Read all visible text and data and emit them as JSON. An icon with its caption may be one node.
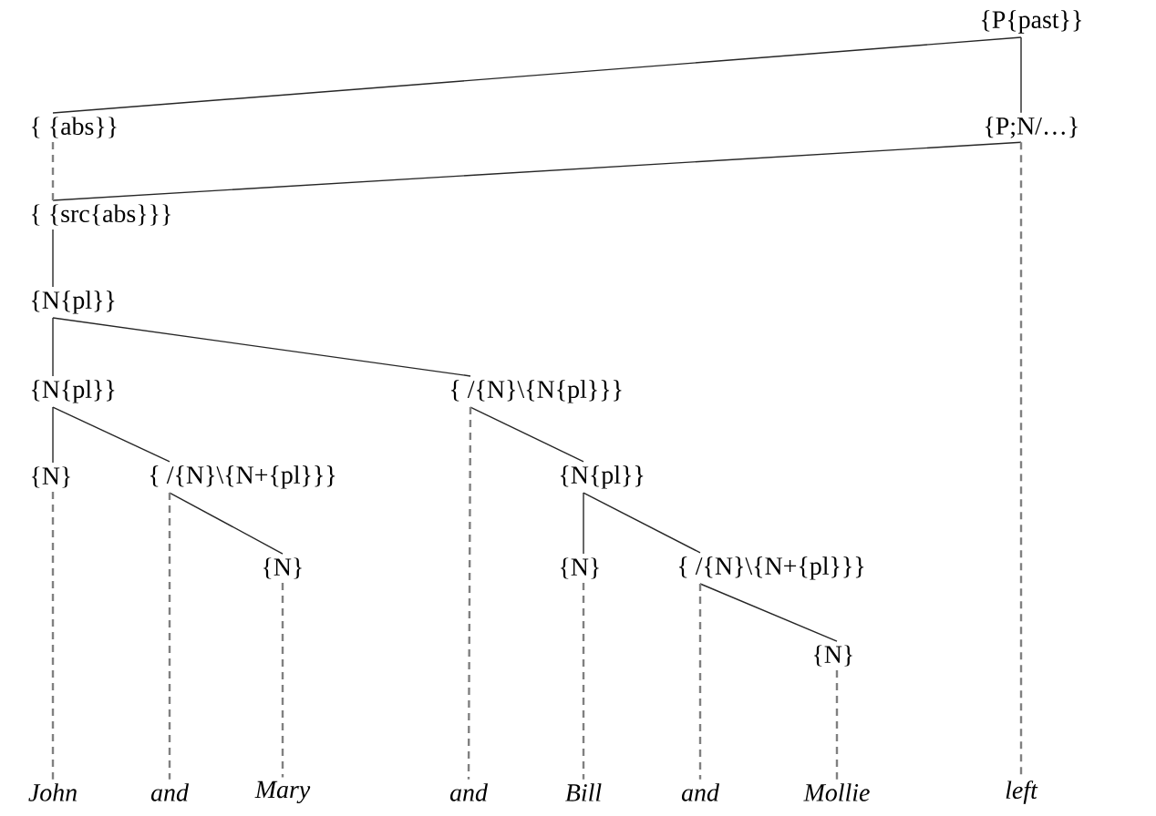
{
  "diagram": {
    "nodes": [
      {
        "text": [
          "{P{past}}"
        ]
      },
      {
        "text": [
          "{ {abs}}"
        ]
      },
      {
        "text": [
          "{P;N/…}"
        ]
      },
      {
        "text": [
          "{ {src{abs}}}"
        ]
      },
      {
        "text": [
          "{N{pl}}"
        ]
      },
      {
        "text": [
          "{N{pl}}"
        ]
      },
      {
        "text": [
          "{ /{N}\\{N{pl}}}"
        ]
      },
      {
        "text": [
          "{N}"
        ]
      },
      {
        "text": [
          "{ /{N}\\{N+{pl}}}"
        ]
      },
      {
        "text": [
          "{N{pl}}"
        ]
      },
      {
        "text": [
          "{N}"
        ]
      },
      {
        "text": [
          "{N}"
        ]
      },
      {
        "text": [
          "{ /{N}\\{N+{pl}}}"
        ]
      },
      {
        "text": [
          "{N}"
        ]
      },
      {
        "text": [
          "John"
        ]
      },
      {
        "text": [
          "and"
        ]
      },
      {
        "text": [
          "Mary"
        ]
      },
      {
        "text": [
          "and"
        ]
      },
      {
        "text": [
          "Bill"
        ]
      },
      {
        "text": [
          "and"
        ]
      },
      {
        "text": [
          "Mollie"
        ]
      },
      {
        "text": [
          "left"
        ]
      }
    ],
    "edges": [
      {
        "from": 0,
        "to": 2,
        "arrow": "none"
      },
      {
        "from": 0,
        "to": 1,
        "arrow": "none"
      },
      {
        "from": 2,
        "to": 3,
        "arrow": "none"
      },
      {
        "from": 1,
        "to": 3,
        "arrow": "none",
        "style": "dashed",
        "color": "#808080"
      },
      {
        "from": 2,
        "to": 21,
        "arrow": "none",
        "style": "dashed",
        "color": "#808080"
      },
      {
        "from": 3,
        "to": 4,
        "arrow": "none"
      },
      {
        "from": 4,
        "to": 5,
        "arrow": "none"
      },
      {
        "from": 4,
        "to": 6,
        "arrow": "none"
      },
      {
        "from": 5,
        "to": 7,
        "arrow": "none"
      },
      {
        "from": 5,
        "to": 8,
        "arrow": "none"
      },
      {
        "from": 6,
        "to": 9,
        "arrow": "none"
      },
      {
        "from": 6,
        "to": 17,
        "arrow": "none",
        "style": "dashed",
        "color": "#808080"
      },
      {
        "from": 7,
        "to": 14,
        "arrow": "none",
        "style": "dashed",
        "color": "#808080"
      },
      {
        "from": 8,
        "to": 10,
        "arrow": "none"
      },
      {
        "from": 8,
        "to": 15,
        "arrow": "none",
        "style": "dashed",
        "color": "#808080"
      },
      {
        "from": 9,
        "to": 11,
        "arrow": "none"
      },
      {
        "from": 9,
        "to": 12,
        "arrow": "none"
      },
      {
        "from": 10,
        "to": 16,
        "arrow": "none",
        "style": "dashed",
        "color": "#808080"
      },
      {
        "from": 11,
        "to": 18,
        "arrow": "none",
        "style": "dashed",
        "color": "#808080"
      },
      {
        "from": 12,
        "to": 13,
        "arrow": "none"
      },
      {
        "from": 12,
        "to": 19,
        "arrow": "none",
        "style": "dashed",
        "color": "#808080"
      },
      {
        "from": 13,
        "to": 20,
        "arrow": "none",
        "style": "dashed",
        "color": "#808080"
      }
    ]
  }
}
